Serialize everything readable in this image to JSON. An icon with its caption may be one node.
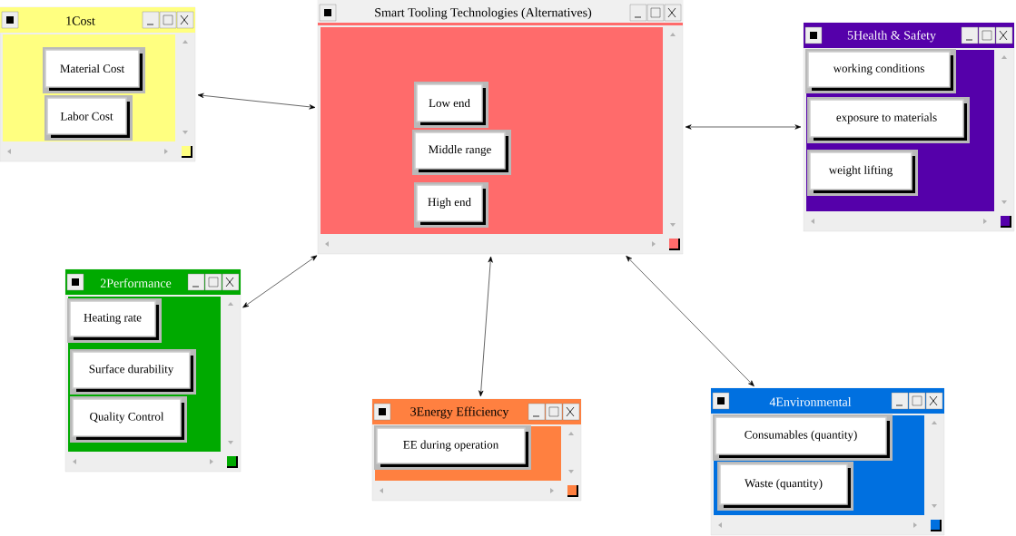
{
  "diagram": {
    "nodes": [
      {
        "text": [
          "1Cost"
        ]
      },
      {
        "text": [
          "Material Cost"
        ],
        "in": 0
      },
      {
        "text": [
          "Labor Cost"
        ],
        "in": 0
      },
      {
        "text": [
          "Smart Tooling Technologies (Alternatives)"
        ]
      },
      {
        "text": [
          "Low end"
        ],
        "in": 3
      },
      {
        "text": [
          "Middle range"
        ],
        "in": 3
      },
      {
        "text": [
          "High end"
        ],
        "in": 3
      },
      {
        "text": [
          "5Health & Safety"
        ]
      },
      {
        "text": [
          "working conditions"
        ],
        "in": 7
      },
      {
        "text": [
          "exposure to materials"
        ],
        "in": 7
      },
      {
        "text": [
          "weight lifting"
        ],
        "in": 7
      },
      {
        "text": [
          "2Performance"
        ]
      },
      {
        "text": [
          "Heating rate"
        ],
        "in": 11
      },
      {
        "text": [
          "Surface durability"
        ],
        "in": 11
      },
      {
        "text": [
          "Quality Control"
        ],
        "in": 11
      },
      {
        "text": [
          "3Energy Efficiency"
        ]
      },
      {
        "text": [
          "EE during operation"
        ],
        "in": 15
      },
      {
        "text": [
          "4Environmental"
        ]
      },
      {
        "text": [
          "Consumables (quantity)"
        ],
        "in": 17
      },
      {
        "text": [
          "Waste (quantity)"
        ],
        "in": 17
      }
    ],
    "edges": [
      {
        "from": 0,
        "to": 3,
        "arrow": "both"
      },
      {
        "from": 3,
        "to": 7,
        "arrow": "both"
      },
      {
        "from": 11,
        "to": 3,
        "arrow": "both"
      },
      {
        "from": 3,
        "to": 15,
        "arrow": "both"
      },
      {
        "from": 3,
        "to": 17,
        "arrow": "both"
      }
    ]
  }
}
